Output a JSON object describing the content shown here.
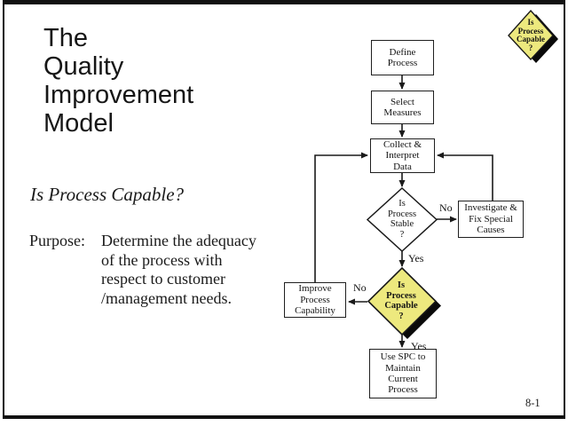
{
  "slide": {
    "title": "The\nQuality\nImprovement\nModel",
    "subtitle": "Is Process Capable?",
    "purpose_label": "Purpose:",
    "purpose_text": "Determine the adequacy\nof the process with\nrespect to customer\n/management needs.",
    "page_number": "8-1"
  },
  "corner_badge": {
    "label": "Is\nProcess\nCapable\n?"
  },
  "flowchart": {
    "nodes": {
      "define": "Define\nProcess",
      "select": "Select\nMeasures",
      "collect": "Collect &\nInterpret\nData",
      "stable": "Is\nProcess\nStable\n?",
      "investigate": "Investigate &\nFix Special\nCauses",
      "capable": "Is\nProcess\nCapable\n?",
      "improve": "Improve\nProcess\nCapability",
      "use_spc": "Use SPC to\nMaintain\nCurrent\nProcess"
    },
    "labels": {
      "stable_no": "No",
      "stable_yes": "Yes",
      "capable_no": "No",
      "capable_yes": "Yes"
    },
    "colors": {
      "decision_fill": "#EDE97E",
      "shadow": "#0a0a0a",
      "line": "#1a1a1a"
    }
  }
}
